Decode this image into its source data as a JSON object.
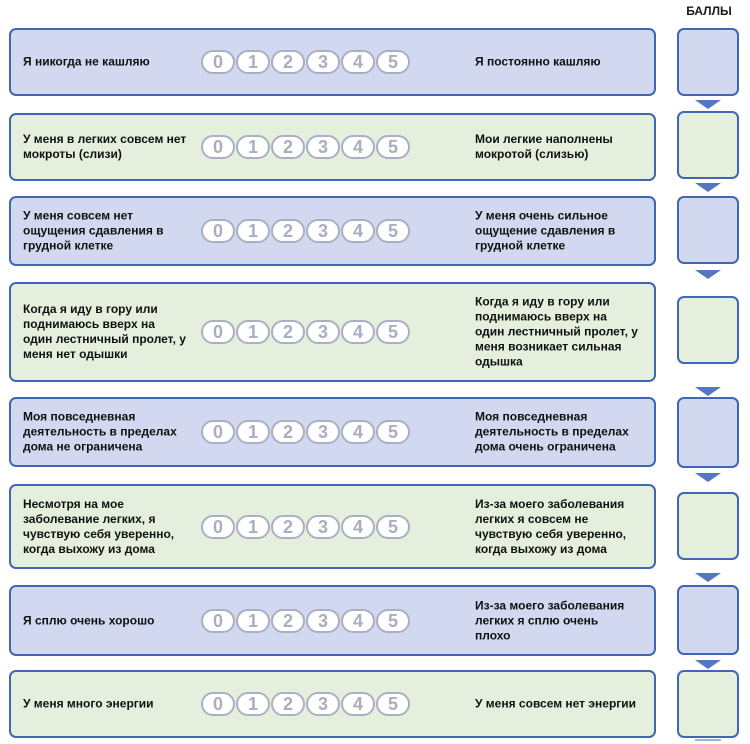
{
  "header": {
    "score_label": "БАЛЛЫ"
  },
  "scale_values": [
    "0",
    "1",
    "2",
    "3",
    "4",
    "5"
  ],
  "items": [
    {
      "left": "Я никогда не кашляю",
      "right": "Я постоянно кашляю"
    },
    {
      "left": "У меня в легких совсем нет\nмокроты (слизи)",
      "right": "Мои легкие наполнены\nмокротой (слизью)"
    },
    {
      "left": "У меня совсем нет\nощущения сдавления в\nгрудной клетке",
      "right": "У меня очень сильное\nощущение сдавления в\nгрудной клетке"
    },
    {
      "left": "Когда я иду в гору или\nподнимаюсь вверх на\nодин лестничный пролет, у\nменя нет одышки",
      "right": "Когда я иду в гору или\nподнимаюсь вверх на\nодин лестничный пролет, у\nменя возникает сильная\nодышка"
    },
    {
      "left": "Моя повседневная\nдеятельность в пределах\nдома не ограничена",
      "right": "Моя повседневная\nдеятельность в пределах\nдома очень ограничена"
    },
    {
      "left": "Несмотря на мое\nзаболевание легких, я\nчувствую себя уверенно,\nкогда выхожу из дома",
      "right": "Из-за моего заболевания\nлегких я совсем не\nчувствую себя уверенно,\nкогда выхожу из дома"
    },
    {
      "left": "Я сплю очень хорошо",
      "right": "Из-за моего заболевания\nлегких я сплю очень\nплохо"
    },
    {
      "left": "У меня много энергии",
      "right": "У меня совсем нет энергии"
    }
  ],
  "colors": {
    "border": "#3f67b4",
    "blue_fill": "#d2d8ef",
    "green_fill": "#e4efde",
    "arrow": "#5577c2"
  }
}
